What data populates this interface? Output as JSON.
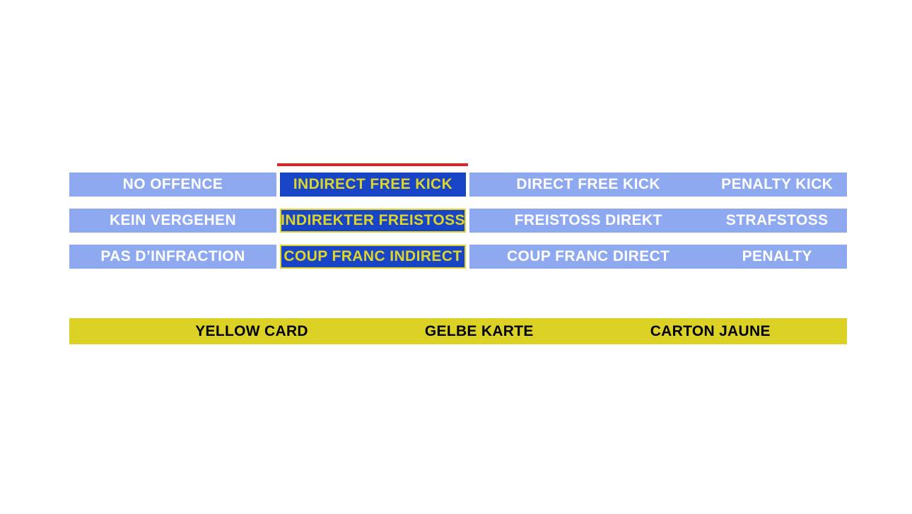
{
  "colors": {
    "light_blue_bar": "#8ea9f0",
    "selected_blue": "#1745c6",
    "selected_text_yellow": "#ded52b",
    "red_marker": "#e02222",
    "yellow_card_bar": "#dcd226",
    "text_on_blue": "#ffffff",
    "text_on_yellow": "#000000",
    "background": "#ffffff"
  },
  "selected_signal": "INDIRECT FREE KICK",
  "signal_table": {
    "rows": [
      [
        "NO OFFENCE",
        "INDIRECT FREE KICK",
        "DIRECT FREE KICK",
        "PENALTY KICK"
      ],
      [
        "KEIN VERGEHEN",
        "INDIREKTER FREISTOSS",
        "FREISTOSS DIREKT",
        "STRAFSTOSS"
      ],
      [
        "PAS D’INFRACTION",
        "COUP FRANC INDIRECT",
        "COUP FRANC DIRECT",
        "PENALTY"
      ]
    ]
  },
  "card_bar": {
    "labels": [
      "YELLOW CARD",
      "GELBE KARTE",
      "CARTON JAUNE"
    ]
  }
}
